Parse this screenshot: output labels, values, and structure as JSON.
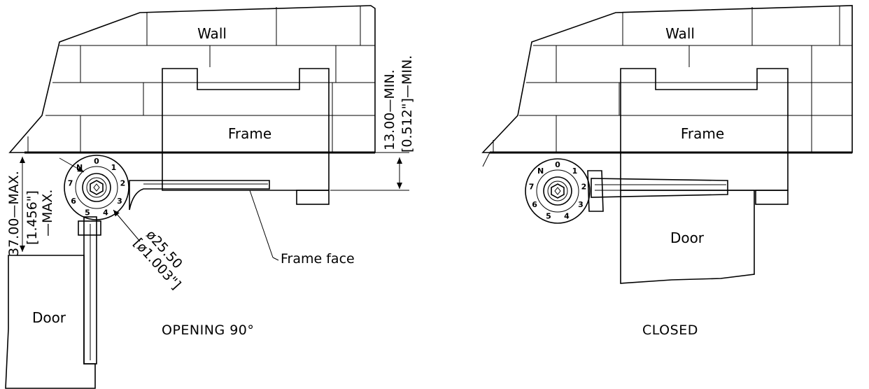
{
  "views": {
    "opening": {
      "caption": "OPENING 90°",
      "wall_label": "Wall",
      "frame_label": "Frame",
      "door_label": "Door",
      "frame_face_label": "Frame face",
      "dim_top_metric": "13.00—MIN.",
      "dim_top_imperial": "[0.512\"]—MIN.",
      "dim_left_metric": "37.00—MAX.",
      "dim_left_imperial": "[1.456\"]",
      "dim_left_suffix": "—MAX.",
      "dia_metric": "ø25.50",
      "dia_imperial": "[ø1.003\"]"
    },
    "closed": {
      "caption": "CLOSED",
      "wall_label": "Wall",
      "frame_label": "Frame",
      "door_label": "Door"
    }
  },
  "dial_numbers": [
    "0",
    "1",
    "2",
    "3",
    "4",
    "5",
    "6",
    "7",
    "N"
  ]
}
